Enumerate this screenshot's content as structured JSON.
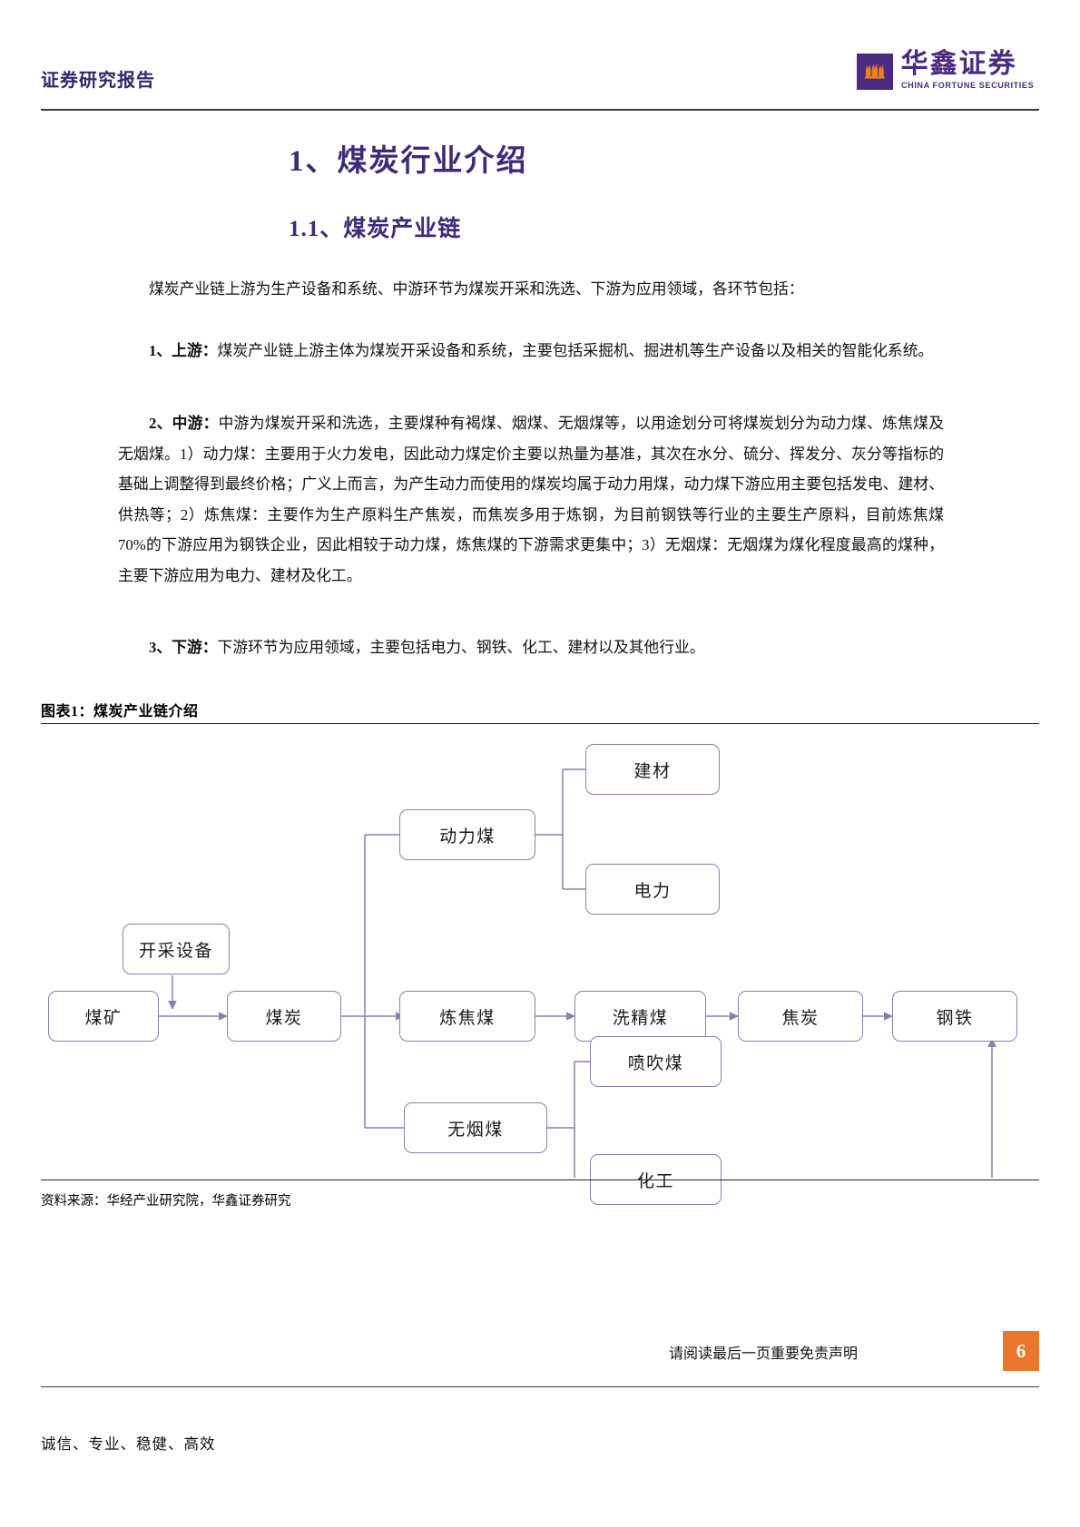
{
  "header": {
    "report_label": "证券研究报告",
    "logo": {
      "mark_icon": "flame-mark-icon",
      "company_cn": "华鑫证券",
      "company_en": "CHINA FORTUNE SECURITIES",
      "brand_color": "#4b2b82",
      "mark_color": "#f08015"
    }
  },
  "headings": {
    "h1": "1、煤炭行业介绍",
    "h2": "1.1、煤炭产业链",
    "heading_color": "#3f2a78"
  },
  "body": {
    "p1": "煤炭产业链上游为生产设备和系统、中游环节为煤炭开采和洗选、下游为应用领域，各环节包括：",
    "p2_label": "1、上游：",
    "p2": "煤炭产业链上游主体为煤炭开采设备和系统，主要包括采掘机、掘进机等生产设备以及相关的智能化系统。",
    "p3_label": "2、中游：",
    "p3": "中游为煤炭开采和洗选，主要煤种有褐煤、烟煤、无烟煤等，以用途划分可将煤炭划分为动力煤、炼焦煤及无烟煤。1）动力煤：主要用于火力发电，因此动力煤定价主要以热量为基准，其次在水分、硫分、挥发分、灰分等指标的基础上调整得到最终价格；广义上而言，为产生动力而使用的煤炭均属于动力用煤，动力煤下游应用主要包括发电、建材、供热等；2）炼焦煤：主要作为生产原料生产焦炭，而焦炭多用于炼钢，为目前钢铁等行业的主要生产原料，目前炼焦煤 70%的下游应用为钢铁企业，因此相较于动力煤，炼焦煤的下游需求更集中；3）无烟煤：无烟煤为煤化程度最高的煤种，主要下游应用为电力、建材及化工。",
    "p4_label": "3、下游：",
    "p4": "下游环节为应用领域，主要包括电力、钢铁、化工、建材以及其他行业。"
  },
  "figure": {
    "caption": "图表1：煤炭产业链介绍",
    "source": "资料来源：华经产业研究院，华鑫证券研究",
    "node_border_color": "#8b7fae",
    "connector_color": "#8b7fae",
    "nodes": {
      "coal_mine": "煤矿",
      "mining_equipment": "开采设备",
      "coal": "煤炭",
      "thermal_coal": "动力煤",
      "coking_coal": "炼焦煤",
      "anthracite": "无烟煤",
      "building_materials": "建材",
      "electric_power": "电力",
      "washed_clean_coal": "洗精煤",
      "coke": "焦炭",
      "steel": "钢铁",
      "pci_coal": "喷吹煤",
      "chemical": "化工"
    }
  },
  "footer": {
    "disclaimer": "请阅读最后一页重要免责声明",
    "page_number": "6",
    "page_badge_color": "#e8762c",
    "slogan": "诚信、专业、稳健、高效"
  }
}
